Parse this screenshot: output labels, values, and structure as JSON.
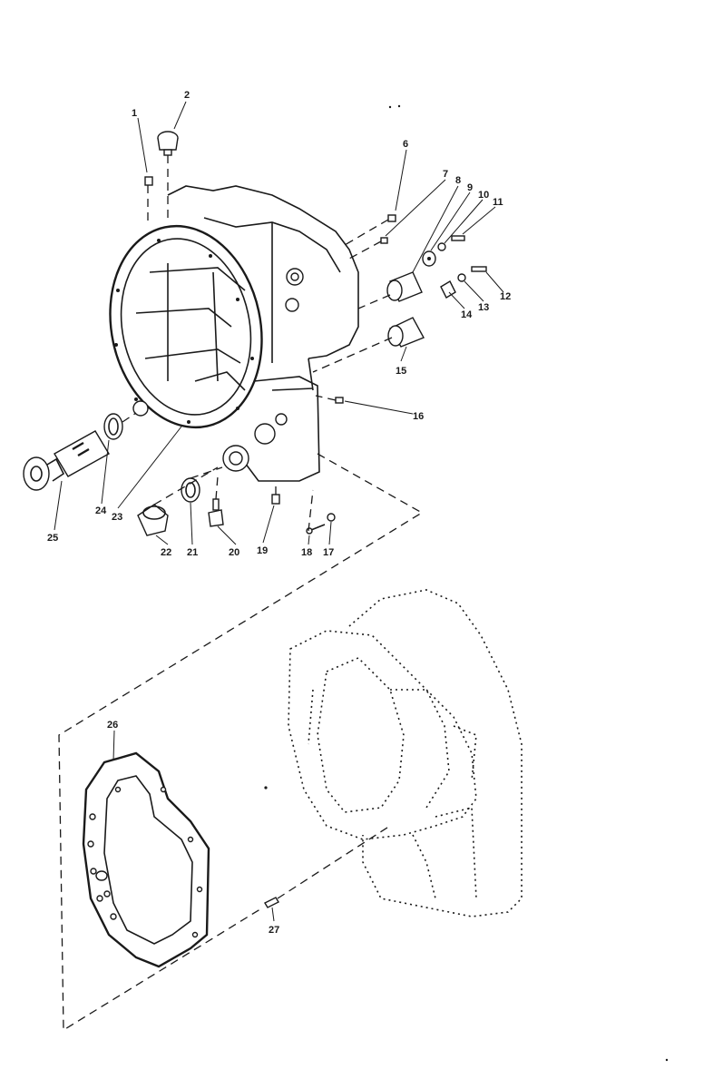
{
  "diagram": {
    "type": "exploded-parts-view",
    "callouts": [
      {
        "id": "c1",
        "text": "1"
      },
      {
        "id": "c2",
        "text": "2"
      },
      {
        "id": "c6",
        "text": "6"
      },
      {
        "id": "c7",
        "text": "7"
      },
      {
        "id": "c8",
        "text": "8"
      },
      {
        "id": "c9",
        "text": "9"
      },
      {
        "id": "c10",
        "text": "10"
      },
      {
        "id": "c11",
        "text": "11"
      },
      {
        "id": "c12",
        "text": "12"
      },
      {
        "id": "c13",
        "text": "13"
      },
      {
        "id": "c14",
        "text": "14"
      },
      {
        "id": "c15",
        "text": "15"
      },
      {
        "id": "c16",
        "text": "16"
      },
      {
        "id": "c17",
        "text": "17"
      },
      {
        "id": "c18",
        "text": "18"
      },
      {
        "id": "c19",
        "text": "19"
      },
      {
        "id": "c20",
        "text": "20"
      },
      {
        "id": "c21",
        "text": "21"
      },
      {
        "id": "c22",
        "text": "22"
      },
      {
        "id": "c23",
        "text": "23"
      },
      {
        "id": "c24",
        "text": "24"
      },
      {
        "id": "c25",
        "text": "25"
      },
      {
        "id": "c26",
        "text": "26"
      },
      {
        "id": "c27",
        "text": "27"
      }
    ]
  }
}
